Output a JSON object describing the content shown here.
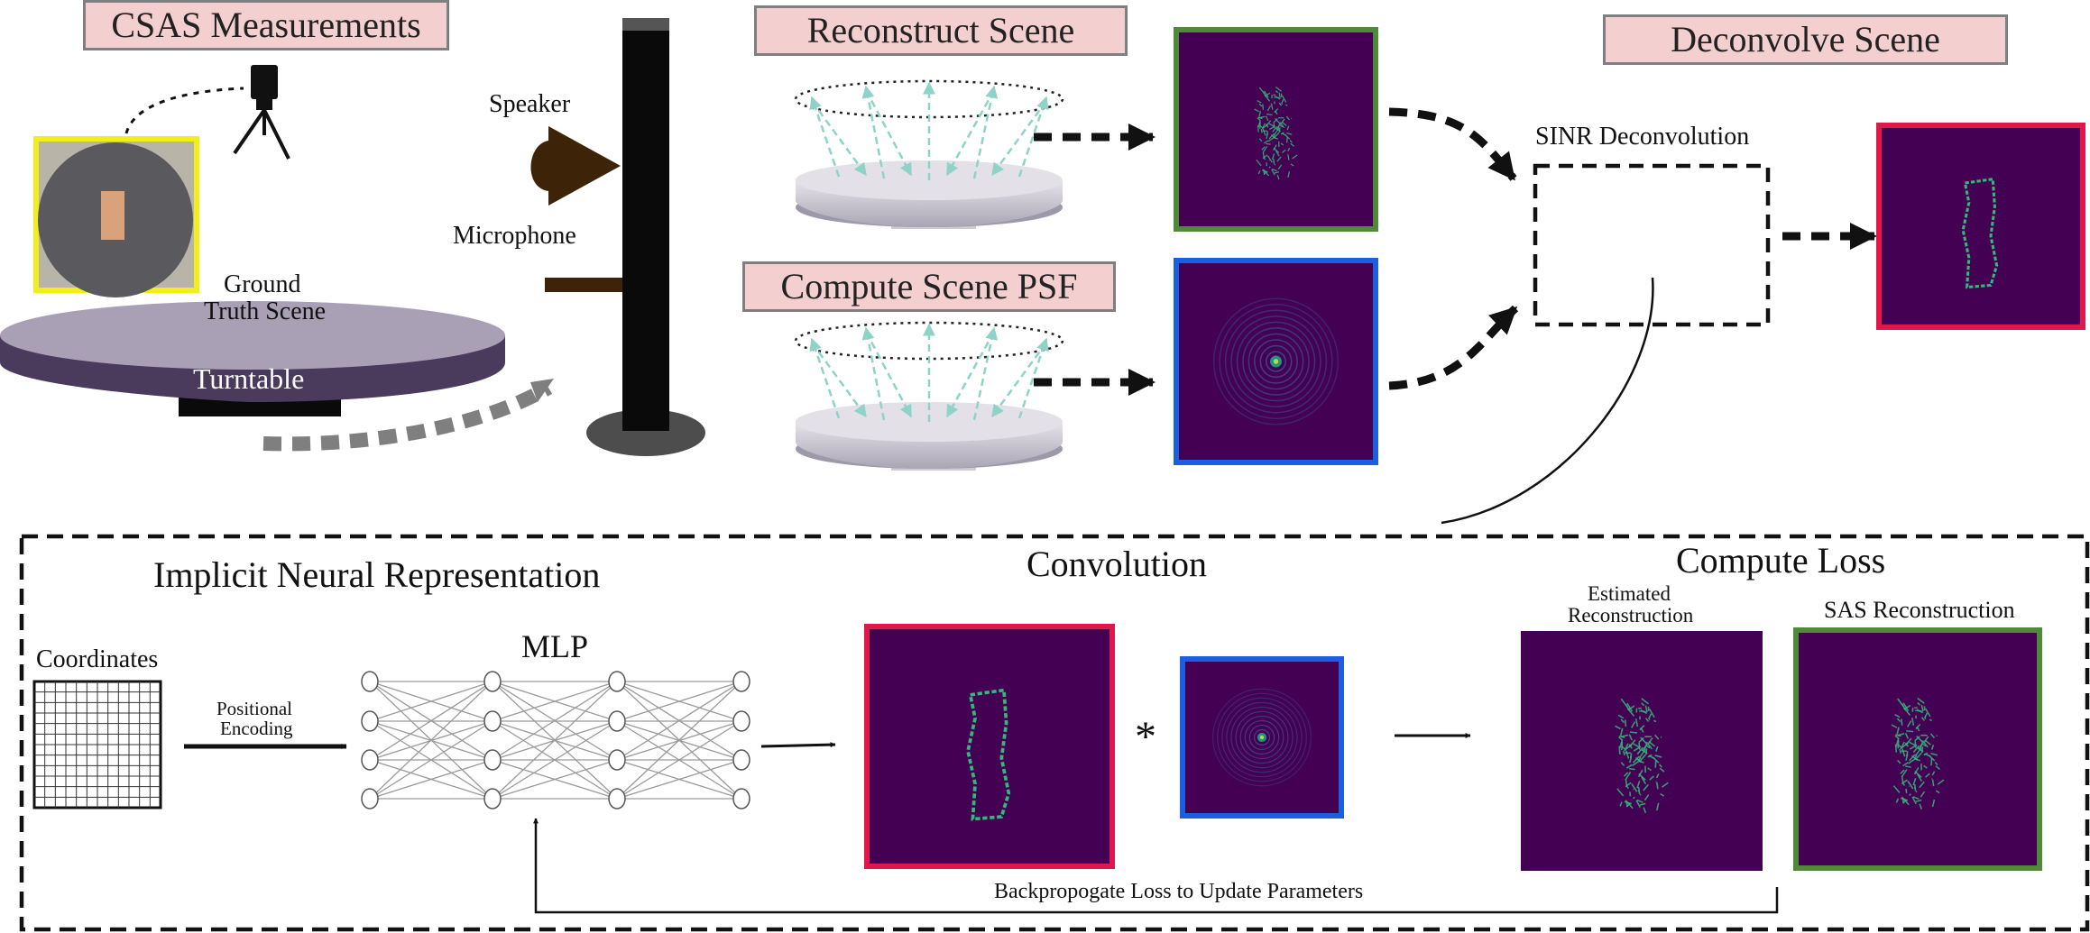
{
  "titles": {
    "csas": "CSAS Measurements",
    "reconstruct": "Reconstruct Scene",
    "psf": "Compute Scene PSF",
    "deconvolve": "Deconvolve Scene"
  },
  "labels": {
    "speaker": "Speaker",
    "microphone": "Microphone",
    "ground_truth_line1": "Ground",
    "ground_truth_line2": "Truth Scene",
    "turntable": "Turntable",
    "sinr_deconvolution": "SINR Deconvolution",
    "inr_title": "Implicit Neural Representation",
    "coordinates": "Coordinates",
    "positional_line1": "Positional",
    "positional_line2": "Encoding",
    "mlp": "MLP",
    "convolution": "Convolution",
    "convolution_operator": "*",
    "compute_loss": "Compute Loss",
    "estimated_line1": "Estimated",
    "estimated_line2": "Reconstruction",
    "sas_reconstruction": "SAS Reconstruction",
    "backprop": "Backpropogate Loss to Update Parameters"
  },
  "colors": {
    "title_fill": "#f4cfd0",
    "panel_background": "#440154",
    "panel_feature": "#35b779",
    "green_frame": "#4e8a37",
    "blue_frame": "#1a5fe0",
    "red_frame": "#e0174a",
    "yellow_frame": "#f2ee1c",
    "turntable": "#4a3a5c",
    "speaker": "#3d2408"
  },
  "icons": [
    "camera-icon",
    "speaker-icon",
    "microphone-icon",
    "mlp-network-icon",
    "coordinate-grid-icon"
  ]
}
